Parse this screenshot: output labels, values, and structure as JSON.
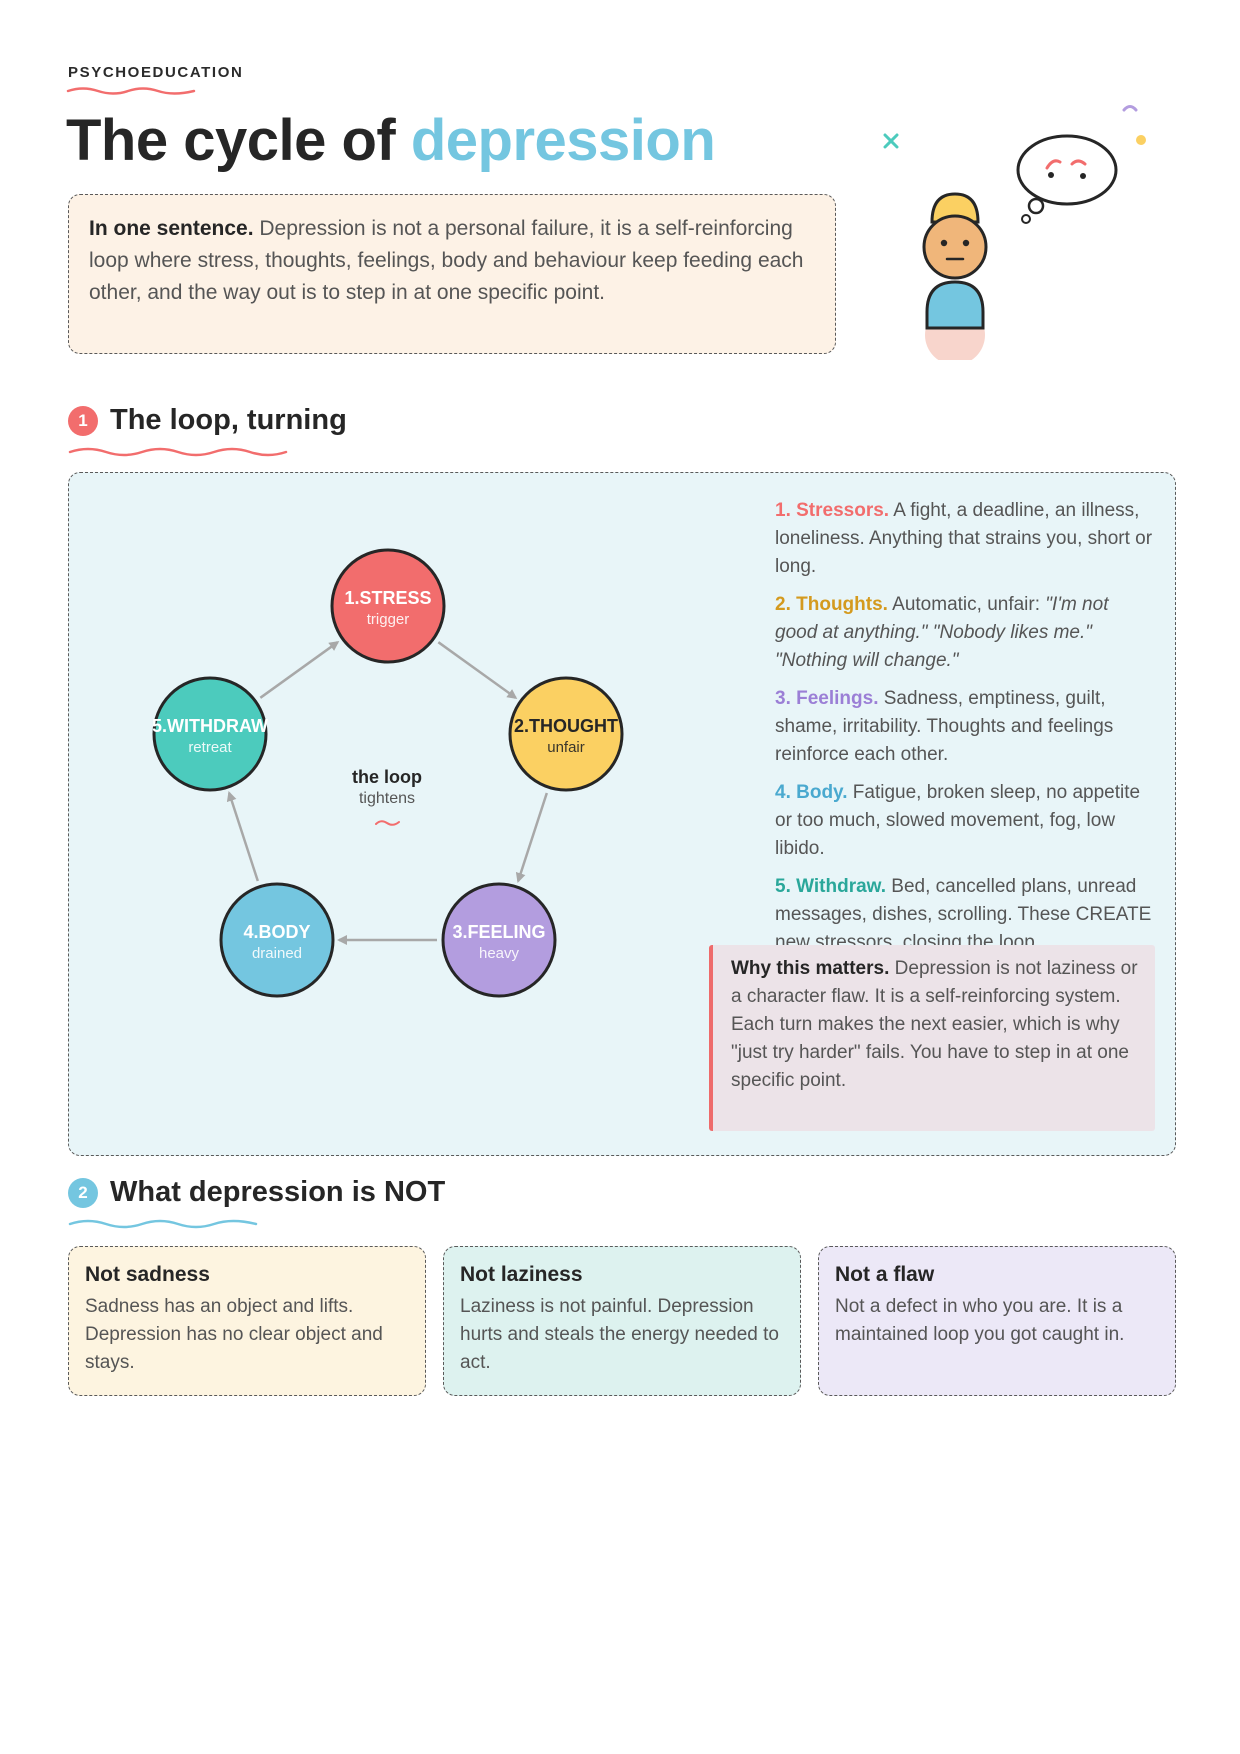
{
  "kicker": "PSYCHOEDUCATION",
  "title": {
    "main": "The cycle of ",
    "accent": "depression"
  },
  "summary": {
    "lead": "In one sentence.",
    "text": " Depression is not a personal failure, it is a self-reinforcing loop where stress, thoughts, feelings, body and behaviour keep feeding each other, and the way out is to step in at one specific point."
  },
  "section1": {
    "number": "1",
    "title": "The loop, turning"
  },
  "loop": {
    "nodes": [
      {
        "label": "1.STRESS",
        "sub": "trigger",
        "color": "#f26d6d",
        "text_color": "#ffffff"
      },
      {
        "label": "2.THOUGHT",
        "sub": "unfair",
        "color": "#fbd062",
        "text_color": "#262626"
      },
      {
        "label": "3.FEELING",
        "sub": "heavy",
        "color": "#b39ddf",
        "text_color": "#ffffff"
      },
      {
        "label": "4.BODY",
        "sub": "drained",
        "color": "#74c6e0",
        "text_color": "#ffffff"
      },
      {
        "label": "5.WITHDRAW",
        "sub": "retreat",
        "color": "#4ccbbd",
        "text_color": "#ffffff"
      }
    ],
    "center_title": "the loop",
    "center_sub": "tightens"
  },
  "steps": [
    {
      "label": "1. Stressors.",
      "color": "#f26d6d",
      "text": " A fight, a deadline, an illness, loneliness. Anything that strains you, short or long."
    },
    {
      "label": "2. Thoughts.",
      "color": "#d49a1e",
      "text": " Automatic, unfair: ",
      "italic": "\"I'm not good at anything.\" \"Nobody likes me.\" \"Nothing will change.\""
    },
    {
      "label": "3. Feelings.",
      "color": "#9b7fd6",
      "text": " Sadness, emptiness, guilt, shame, irritability. Thoughts and feelings reinforce each other."
    },
    {
      "label": "4. Body.",
      "color": "#4aa9cf",
      "text": " Fatigue, broken sleep, no appetite or too much, slowed movement, fog, low libido."
    },
    {
      "label": "5. Withdraw.",
      "color": "#2aa79a",
      "text": " Bed, cancelled plans, unread messages, dishes, scrolling. These CREATE new stressors, closing the loop."
    }
  ],
  "why": {
    "lead": "Why this matters.",
    "text": " Depression is not laziness or a character flaw. It is a self-reinforcing system. Each turn makes the next easier, which is why \"just try harder\" fails. You have to step in at one specific point."
  },
  "section2": {
    "number": "2",
    "title": "What depression is NOT"
  },
  "not_cards": [
    {
      "title": "Not sadness",
      "text": "Sadness has an object and lifts. Depression has no clear object and stays.",
      "bg": "#fdf4e0"
    },
    {
      "title": "Not laziness",
      "text": "Laziness is not painful. Depression hurts and steals the energy needed to act.",
      "bg": "#ddf2ef"
    },
    {
      "title": "Not a flaw",
      "text": "Not a defect in who you are. It is a maintained loop you got caught in.",
      "bg": "#ece8f7"
    }
  ],
  "colors": {
    "accent_blue": "#74c6e0",
    "accent_red": "#f26d6d",
    "badge1": "#f26d6d",
    "badge2": "#74c6e0"
  }
}
